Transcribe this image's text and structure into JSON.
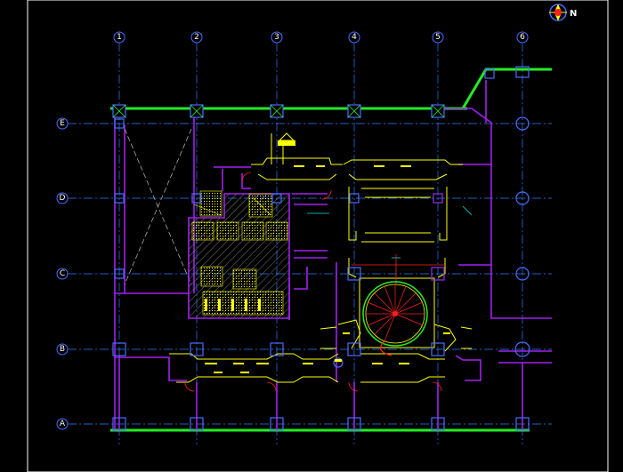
{
  "drawing": {
    "grid_columns": [
      "1",
      "2",
      "3",
      "4",
      "5",
      "6"
    ],
    "grid_rows": [
      "E",
      "D",
      "C",
      "B",
      "A"
    ],
    "north_label": "N",
    "colors": {
      "background": "#000000",
      "frame": "#ffffff",
      "gridline": "#1e90ff",
      "column": "#4a6cff",
      "wall": "#a020f0",
      "beam": "#22ee22",
      "fixture": "#ffff00",
      "stair": "#ff2020",
      "hatch": "#777777"
    }
  }
}
